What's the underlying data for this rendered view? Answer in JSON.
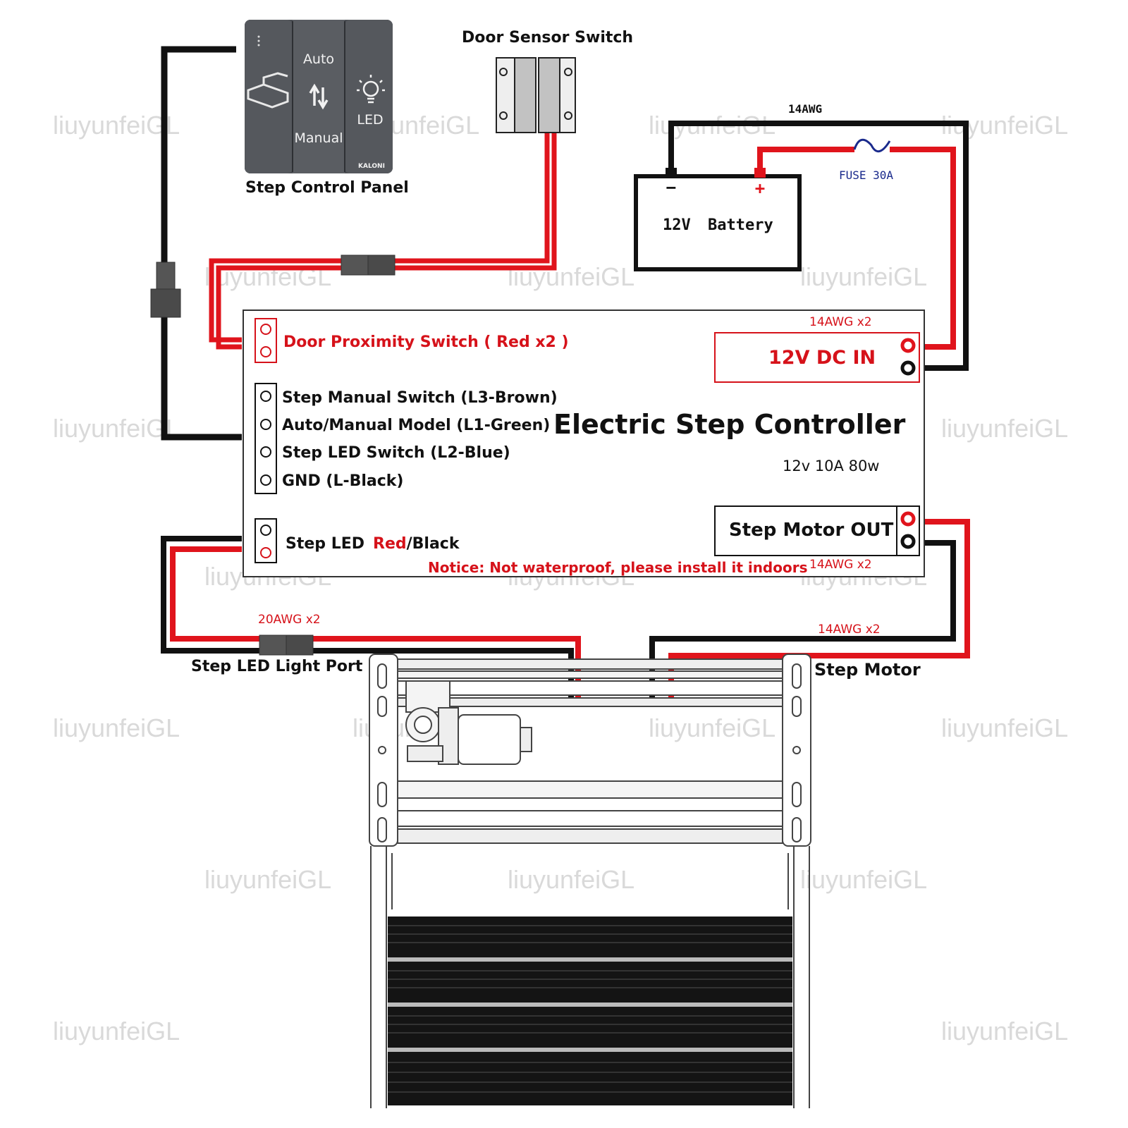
{
  "watermark": "liuyunfeiGL",
  "colors": {
    "wire_red": "#e0141c",
    "wire_black": "#111111",
    "label_red": "#d6121a",
    "fuse_label": "#1a2a8c"
  },
  "control_panel": {
    "title": "Step Control Panel",
    "auto_label": "Auto",
    "manual_label": "Manual",
    "led_label": "LED",
    "brand": "KALONI",
    "icons": [
      "step-icon",
      "up-down-arrows-icon",
      "light-bulb-icon"
    ]
  },
  "door_sensor": {
    "title": "Door Sensor Switch"
  },
  "battery": {
    "wire_gauge": "14AWG",
    "minus": "−",
    "plus": "+",
    "voltage": "12V",
    "label": "Battery",
    "fuse": "FUSE 30A"
  },
  "controller": {
    "title": "Electric Step Controller",
    "rating": "12v 10A 80w",
    "door_switch": "Door Proximity Switch ( Red x2 )",
    "dc_in": "12V DC IN",
    "dc_in_gauge": "14AWG x2",
    "inputs": [
      "Step Manual Switch (L3-Brown)",
      "Auto/Manual Model (L1-Green)",
      "Step LED Switch (L2-Blue)",
      "GND (L-Black)"
    ],
    "led_prefix": "Step LED",
    "led_red": "Red",
    "led_suffix": "/Black",
    "motor_out": "Step Motor OUT",
    "motor_out_gauge": "14AWG x2",
    "notice": "Notice: Not waterproof, please install it indoors"
  },
  "led_port": {
    "gauge": "20AWG x2",
    "label": "Step LED Light Port"
  },
  "motor": {
    "gauge": "14AWG x2",
    "label": "Step Motor"
  }
}
